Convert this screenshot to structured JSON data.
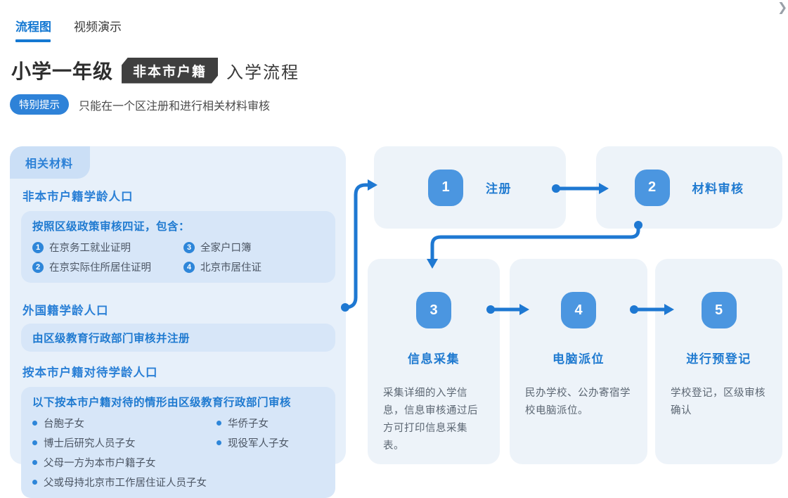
{
  "tabs": {
    "flowchart": "流程图",
    "video": "视频演示"
  },
  "corner": {
    "chevron_icon": "❯"
  },
  "header": {
    "title_bold": "小学一年级",
    "badge": "非本市户籍",
    "title_rest": "入学流程"
  },
  "tip": {
    "badge": "特别提示",
    "text": "只能在一个区注册和进行相关材料审核"
  },
  "materials": {
    "tab": "相关材料",
    "section1": {
      "heading": "非本市户籍学龄人口",
      "box_title": "按照区级政策审核四证，包含：",
      "items": [
        {
          "num": "1",
          "text": "在京务工就业证明"
        },
        {
          "num": "3",
          "text": "全家户口簿"
        },
        {
          "num": "2",
          "text": "在京实际住所居住证明"
        },
        {
          "num": "4",
          "text": "北京市居住证"
        }
      ]
    },
    "section2": {
      "heading": "外国籍学龄人口",
      "box_title": "由区级教育行政部门审核并注册"
    },
    "section3": {
      "heading": "按本市户籍对待学龄人口",
      "box_title": "以下按本市户籍对待的情形由区级教育行政部门审核",
      "bullets_left": [
        "台胞子女",
        "博士后研究人员子女",
        "父母一方为本市户籍子女",
        "父或母持北京市工作居住证人员子女"
      ],
      "bullets_right": [
        "华侨子女",
        "现役军人子女"
      ]
    }
  },
  "flow": {
    "steps": [
      {
        "num": "1",
        "label": "注册"
      },
      {
        "num": "2",
        "label": "材料审核"
      },
      {
        "num": "3",
        "label": "信息采集",
        "desc": "采集详细的入学信息，信息审核通过后方可打印信息采集表。"
      },
      {
        "num": "4",
        "label": "电脑派位",
        "desc": "民办学校、公办寄宿学校电脑派位。"
      },
      {
        "num": "5",
        "label": "进行预登记",
        "desc": "学校登记，区级审核确认"
      }
    ]
  },
  "colors": {
    "primary_blue": "#1f7ad0",
    "arrow_blue": "#1e78d2",
    "step_badge_blue": "#4b96e0",
    "panel_bg": "#e7f0fa",
    "panel_tab_bg": "#cbdff6",
    "inner_box_bg": "#d7e6f8",
    "card_bg": "#edf3f9",
    "dark_badge_bg": "#3f3f3f",
    "tab_active": "#1478d2"
  }
}
